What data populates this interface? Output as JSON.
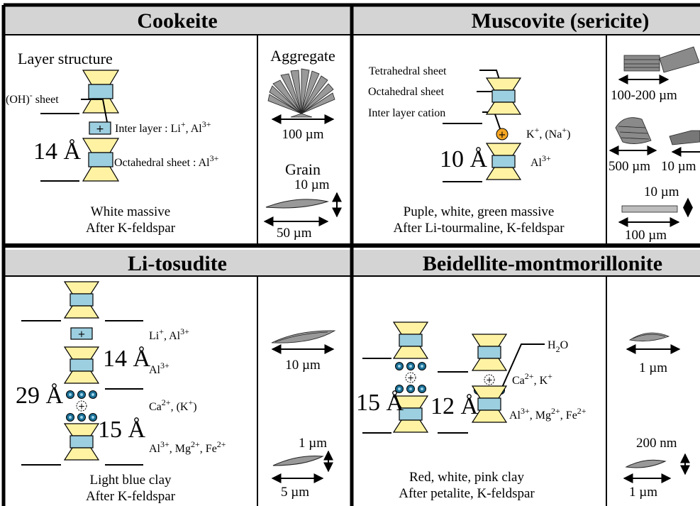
{
  "panels": {
    "cookeite": {
      "title": "Cookeite",
      "layer_structure": "Layer structure",
      "oh_sheet_a": "(OH)",
      "oh_sheet_sup": "-",
      "oh_sheet_b": " sheet",
      "interlayer_a": "Inter layer : Li",
      "interlayer_sup1": "+",
      "interlayer_b": ", Al",
      "interlayer_sup2": "3+",
      "spacing": "14 Å",
      "octa_a": "Octahedral sheet : Al",
      "octa_sup": "3+",
      "desc1": "White massive",
      "desc2": "After K-feldspar",
      "aggregate": "Aggregate",
      "agg_size": "100 µm",
      "grain": "Grain",
      "grain_thick": "10 µm",
      "grain_len": "50 µm"
    },
    "muscovite": {
      "title": "Muscovite (sericite)",
      "tet_sheet": "Tetrahedral sheet",
      "oct_sheet": "Octahedral sheet",
      "inter_cation": "Inter layer cation",
      "k_a": "K",
      "k_sup": "+",
      "k_b": ", (Na",
      "k_sup2": "+",
      "k_c": ")",
      "spacing": "10 Å",
      "al_a": "Al",
      "al_sup": "3+",
      "desc1": "Puple, white, green massive",
      "desc2": "After Li-tourmaline, K-feldspar",
      "size1": "100-200 µm",
      "size2": "500 µm",
      "size3": "10 µm",
      "size4_thick": "10 µm",
      "size4_len": "100 µm"
    },
    "litosudite": {
      "title": "Li-tosudite",
      "li_a": "Li",
      "li_sup": "+",
      "li_b": ", Al",
      "li_sup2": "3+",
      "spacing14": "14 Å",
      "al14_a": "Al",
      "al14_sup": "3+",
      "spacing29": "29 Å",
      "ca_a": "Ca",
      "ca_sup": "2+",
      "ca_b": ", (K",
      "ca_sup2": "+",
      "ca_c": ")",
      "spacing15": "15 Å",
      "oct_a": "Al",
      "oct_sup": "3+",
      "oct_b": ", Mg",
      "oct_sup2": "2+",
      "oct_c": ", Fe",
      "oct_sup3": "2+",
      "desc1": "Light blue clay",
      "desc2": "After K-feldspar",
      "size1": "10 µm",
      "size2_thick": "1 µm",
      "size2_len": "5 µm"
    },
    "beidellite": {
      "title": "Beidellite-montmorillonite",
      "h2o_a": "H",
      "h2o_sub": "2",
      "h2o_b": "O",
      "ca_a": "Ca",
      "ca_sup": "2+",
      "ca_b": ", K",
      "ca_sup2": "+",
      "spacing15": "15 Å",
      "spacing12": "12 Å",
      "oct_a": "Al",
      "oct_sup": "3+",
      "oct_b": ", Mg",
      "oct_sup2": "2+",
      "oct_c": ", Fe",
      "oct_sup3": "2+",
      "desc1": "Red, white, pink clay",
      "desc2": "After petalite, K-feldspar",
      "size1": "1 µm",
      "size2_thick": "200 nm",
      "size2_len": "1 µm"
    }
  },
  "colors": {
    "tetrahedral": "#fff3a3",
    "octahedral": "#9ccfe0",
    "header": "#d4d4d4",
    "cation_k": "#f5a623",
    "cation_water": "#1b6f95",
    "crystal": "#999999"
  }
}
